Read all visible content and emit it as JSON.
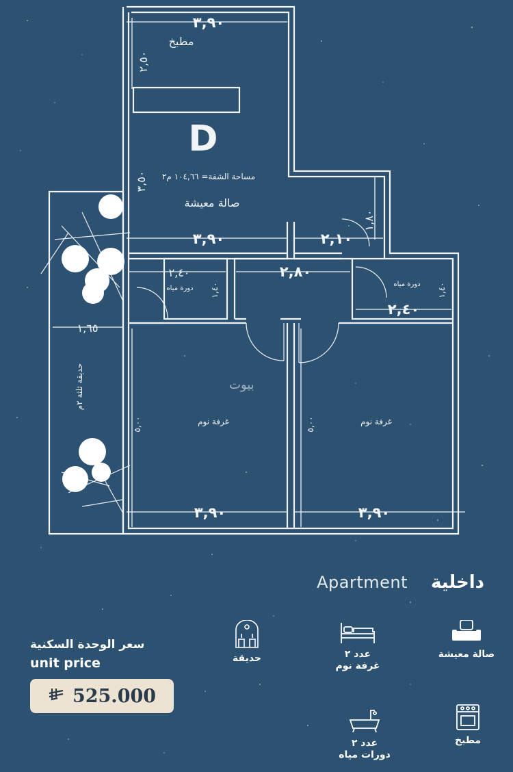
{
  "plan": {
    "unit_letter": "D",
    "area_text": "مساحة الشقة= ١٠٤,٦٦ م٢",
    "rooms": {
      "kitchen": "مطبخ",
      "living": "صالة معيشة",
      "bath_left": "دورة مياه",
      "bath_right": "دورة مياه",
      "bedroom_left": "غرفة نوم",
      "bedroom_right": "غرفة نوم",
      "garden": "حديقة ثلثة ٢م"
    },
    "dims": {
      "kitchen_w": "٣,٩٠",
      "kitchen_h": "٢,٥٠",
      "living_h": "٣,٥٠",
      "living_w": "٣,٩٠",
      "entry_w": "٢,١٠",
      "entry_h": "١,٨٠",
      "bath_left_w": "٢,٤٠",
      "bath_left_h": "١,٤٠",
      "corridor_w": "٢,٨٠",
      "bath_right_w": "٢,٤٠",
      "bath_right_h": "١,٤٠",
      "garden_w": "١,٦٥",
      "bed_left_h": "٥,٠٠",
      "bed_right_h": "٥,٠٠",
      "bed_left_w": "٣,٩٠",
      "bed_right_w": "٣,٩٠"
    },
    "watermark": "بيوت"
  },
  "unit_type": {
    "en": "Apartment",
    "ar": "داخلية"
  },
  "price": {
    "label_ar": "سعر الوحدة السكنية",
    "label_en": "unit price",
    "value": "525.000",
    "currency_symbol": "⃁"
  },
  "features": [
    {
      "id": "living",
      "label": "صالة معيشة",
      "icon": "sofa-icon"
    },
    {
      "id": "bedrooms",
      "label": "عدد ٢\nغرفة نوم",
      "icon": "bed-icon"
    },
    {
      "id": "garden",
      "label": "حديقة",
      "icon": "garden-icon"
    },
    {
      "id": "kitchen",
      "label": "مطبخ",
      "icon": "stove-icon"
    },
    {
      "id": "bathrooms",
      "label": "عدد ٢\nدورات مياه",
      "icon": "bathtub-icon"
    }
  ],
  "colors": {
    "background": "#2c5171",
    "lines": "#f1f4f7",
    "price_box": "#ece3d2"
  }
}
